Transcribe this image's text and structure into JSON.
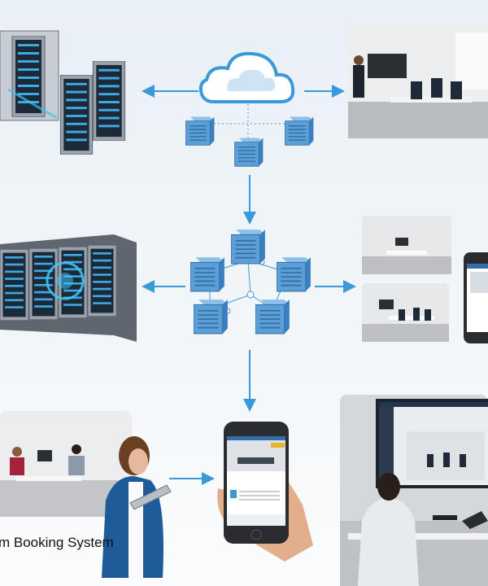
{
  "caption": "m Booking System",
  "colors": {
    "accent": "#3a9ad9",
    "server_blue": "#5c9fd6",
    "server_dark": "#2f6ea8",
    "photo_wall": "#e4e7ea",
    "phone_body": "#2a2c30"
  },
  "icons": [
    "cloud-icon",
    "server-icon",
    "server-rack",
    "network-node",
    "smartphone",
    "tablet"
  ]
}
